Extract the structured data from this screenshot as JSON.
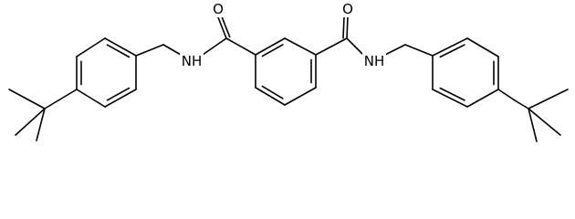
{
  "structure": {
    "atom_labels": {
      "oxygen_left": "O",
      "oxygen_right": "O",
      "nitrogen_left": "NH",
      "nitrogen_right": "NH"
    }
  },
  "colors": {
    "bond": "#000000",
    "label": "#000000",
    "background": "#ffffff"
  }
}
